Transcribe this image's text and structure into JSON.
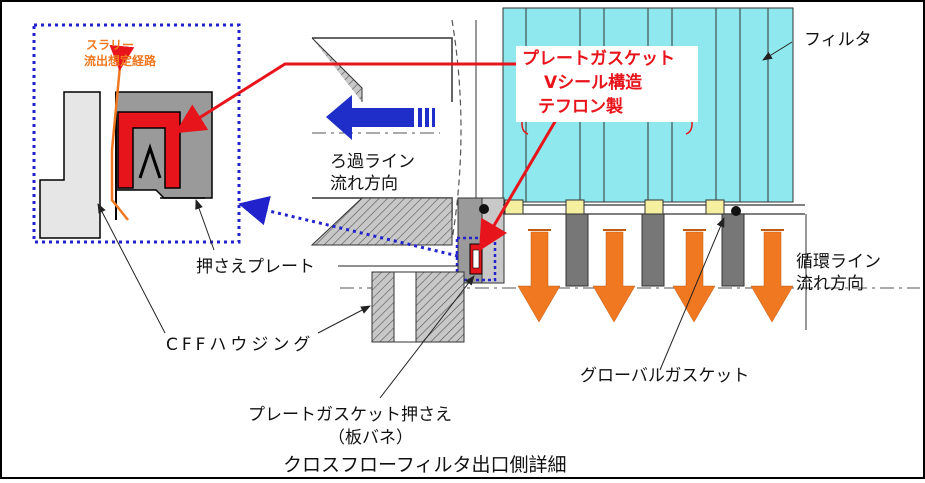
{
  "labels": {
    "slurry_path": [
      "スラリー",
      "流出想定経路"
    ],
    "plate_gasket": [
      "プレートガスケット",
      "Vシール構造",
      "テフロン製"
    ],
    "filter": "フィルタ",
    "filtration_flow": [
      "ろ過ライン",
      "流れ方向"
    ],
    "press_plate": "押さえプレート",
    "circulation_flow": [
      "循環ライン",
      "流れ方向"
    ],
    "cff_housing": "CFFハウジング",
    "global_gasket": "グローバルガスケット",
    "gasket_holder": [
      "プレートガスケット押さえ",
      "（板バネ）"
    ],
    "caption": "クロスフローフィルタ出口側詳細"
  },
  "colors": {
    "red": "#e8141b",
    "orange": "#f07820",
    "blue_arrow": "#1f2ec8",
    "filter_cyan": "#8ee8ee",
    "gasket_yellow": "#f5f0a0",
    "housing_gray": "#9a9a9a",
    "light_gray": "#e6e6e6",
    "dotted_blue": "#2222cc"
  }
}
